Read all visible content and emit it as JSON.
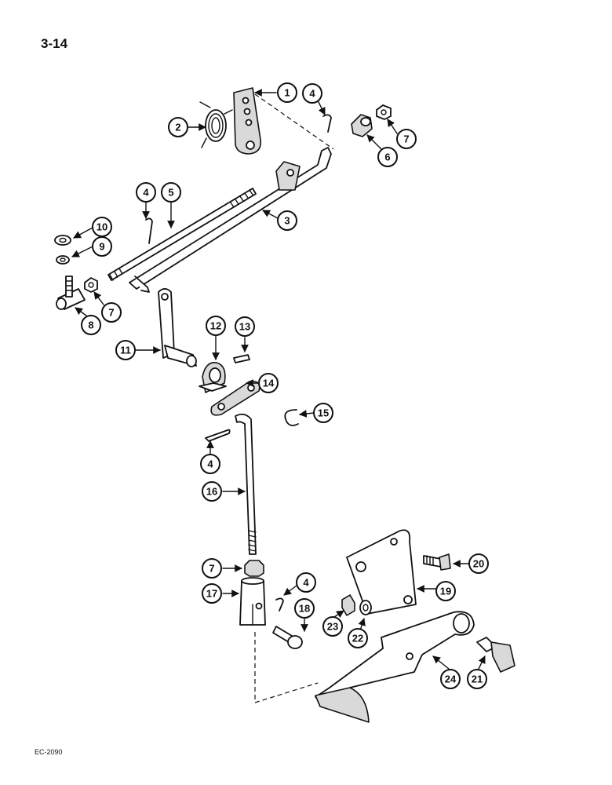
{
  "page_number": "3-14",
  "reference_code": "EC-2090",
  "callouts": [
    "1",
    "2",
    "3",
    "4",
    "5",
    "6",
    "7",
    "8",
    "9",
    "10",
    "11",
    "12",
    "13",
    "14",
    "15",
    "16",
    "17",
    "18",
    "19",
    "20",
    "21",
    "22",
    "23",
    "24"
  ]
}
